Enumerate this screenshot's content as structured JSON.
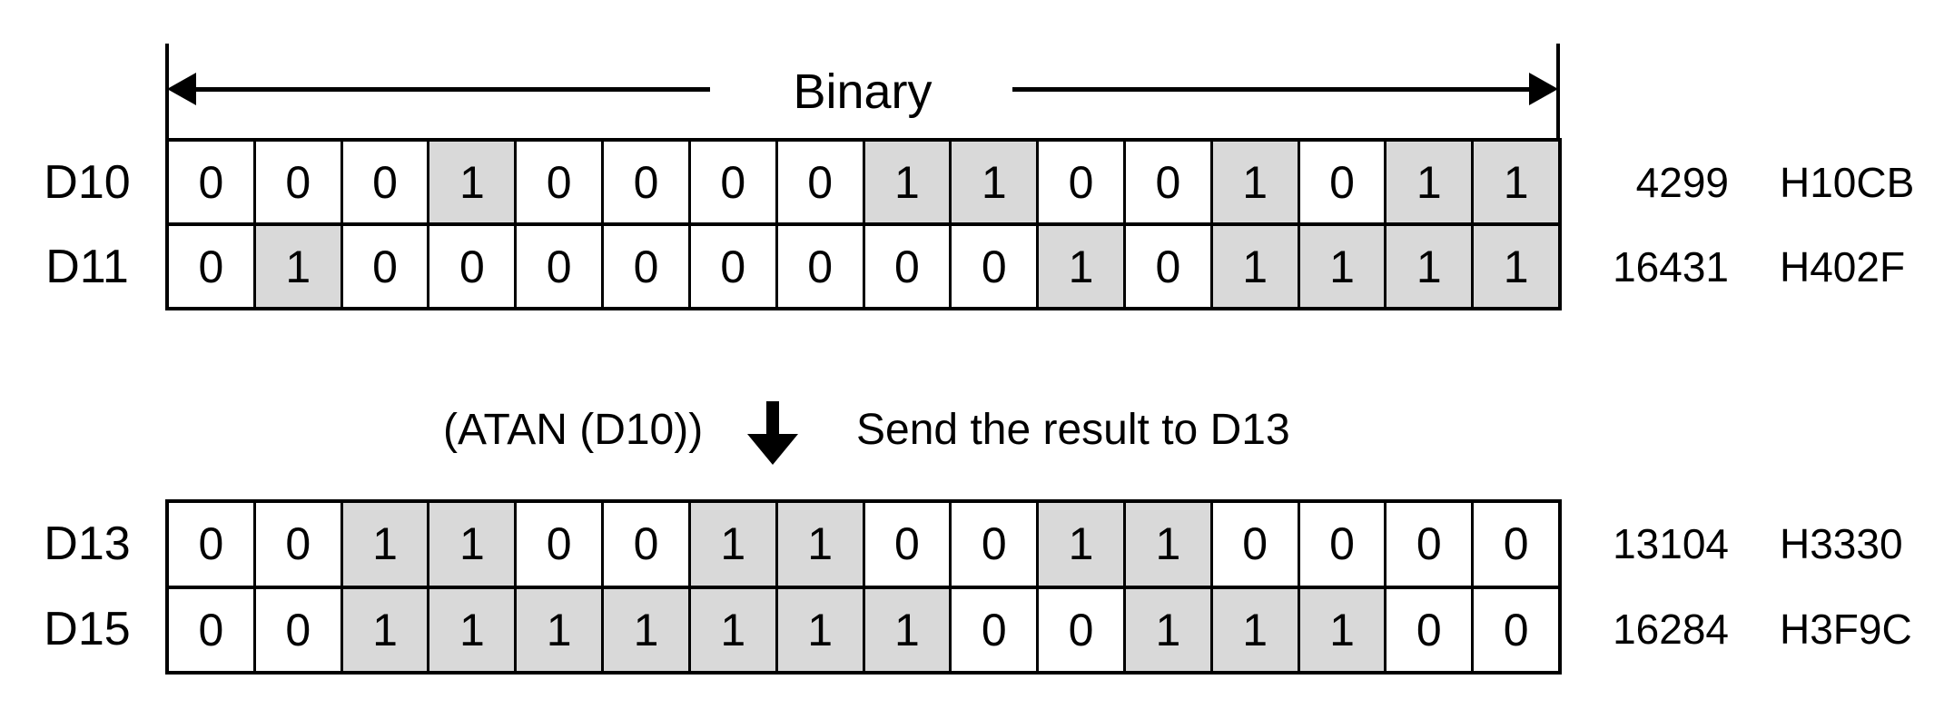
{
  "header": {
    "binary_label": "Binary",
    "left_arrowhead_icon": "arrow-left",
    "right_arrowhead_icon": "arrow-right"
  },
  "registers": {
    "top": [
      {
        "label": "D10",
        "bits": [
          0,
          0,
          0,
          1,
          0,
          0,
          0,
          0,
          1,
          1,
          0,
          0,
          1,
          0,
          1,
          1
        ],
        "decimal": "4299",
        "hex": "H10CB"
      },
      {
        "label": "D11",
        "bits": [
          0,
          1,
          0,
          0,
          0,
          0,
          0,
          0,
          0,
          0,
          1,
          0,
          1,
          1,
          1,
          1
        ],
        "decimal": "16431",
        "hex": "H402F"
      }
    ],
    "bottom": [
      {
        "label": "D13",
        "bits": [
          0,
          0,
          1,
          1,
          0,
          0,
          1,
          1,
          0,
          0,
          1,
          1,
          0,
          0,
          0,
          0
        ],
        "decimal": "13104",
        "hex": "H3330"
      },
      {
        "label": "D15",
        "bits": [
          0,
          0,
          1,
          1,
          1,
          1,
          1,
          1,
          1,
          0,
          0,
          1,
          1,
          1,
          0,
          0
        ],
        "decimal": "16284",
        "hex": "H3F9C"
      }
    ]
  },
  "annotation": {
    "operation": "(ATAN (D10))",
    "arrow_icon": "down-arrow",
    "description": "Send the result to D13"
  },
  "colors": {
    "bit_on_background": "#d9d9d9",
    "line_color": "#000000",
    "background": "#ffffff"
  }
}
